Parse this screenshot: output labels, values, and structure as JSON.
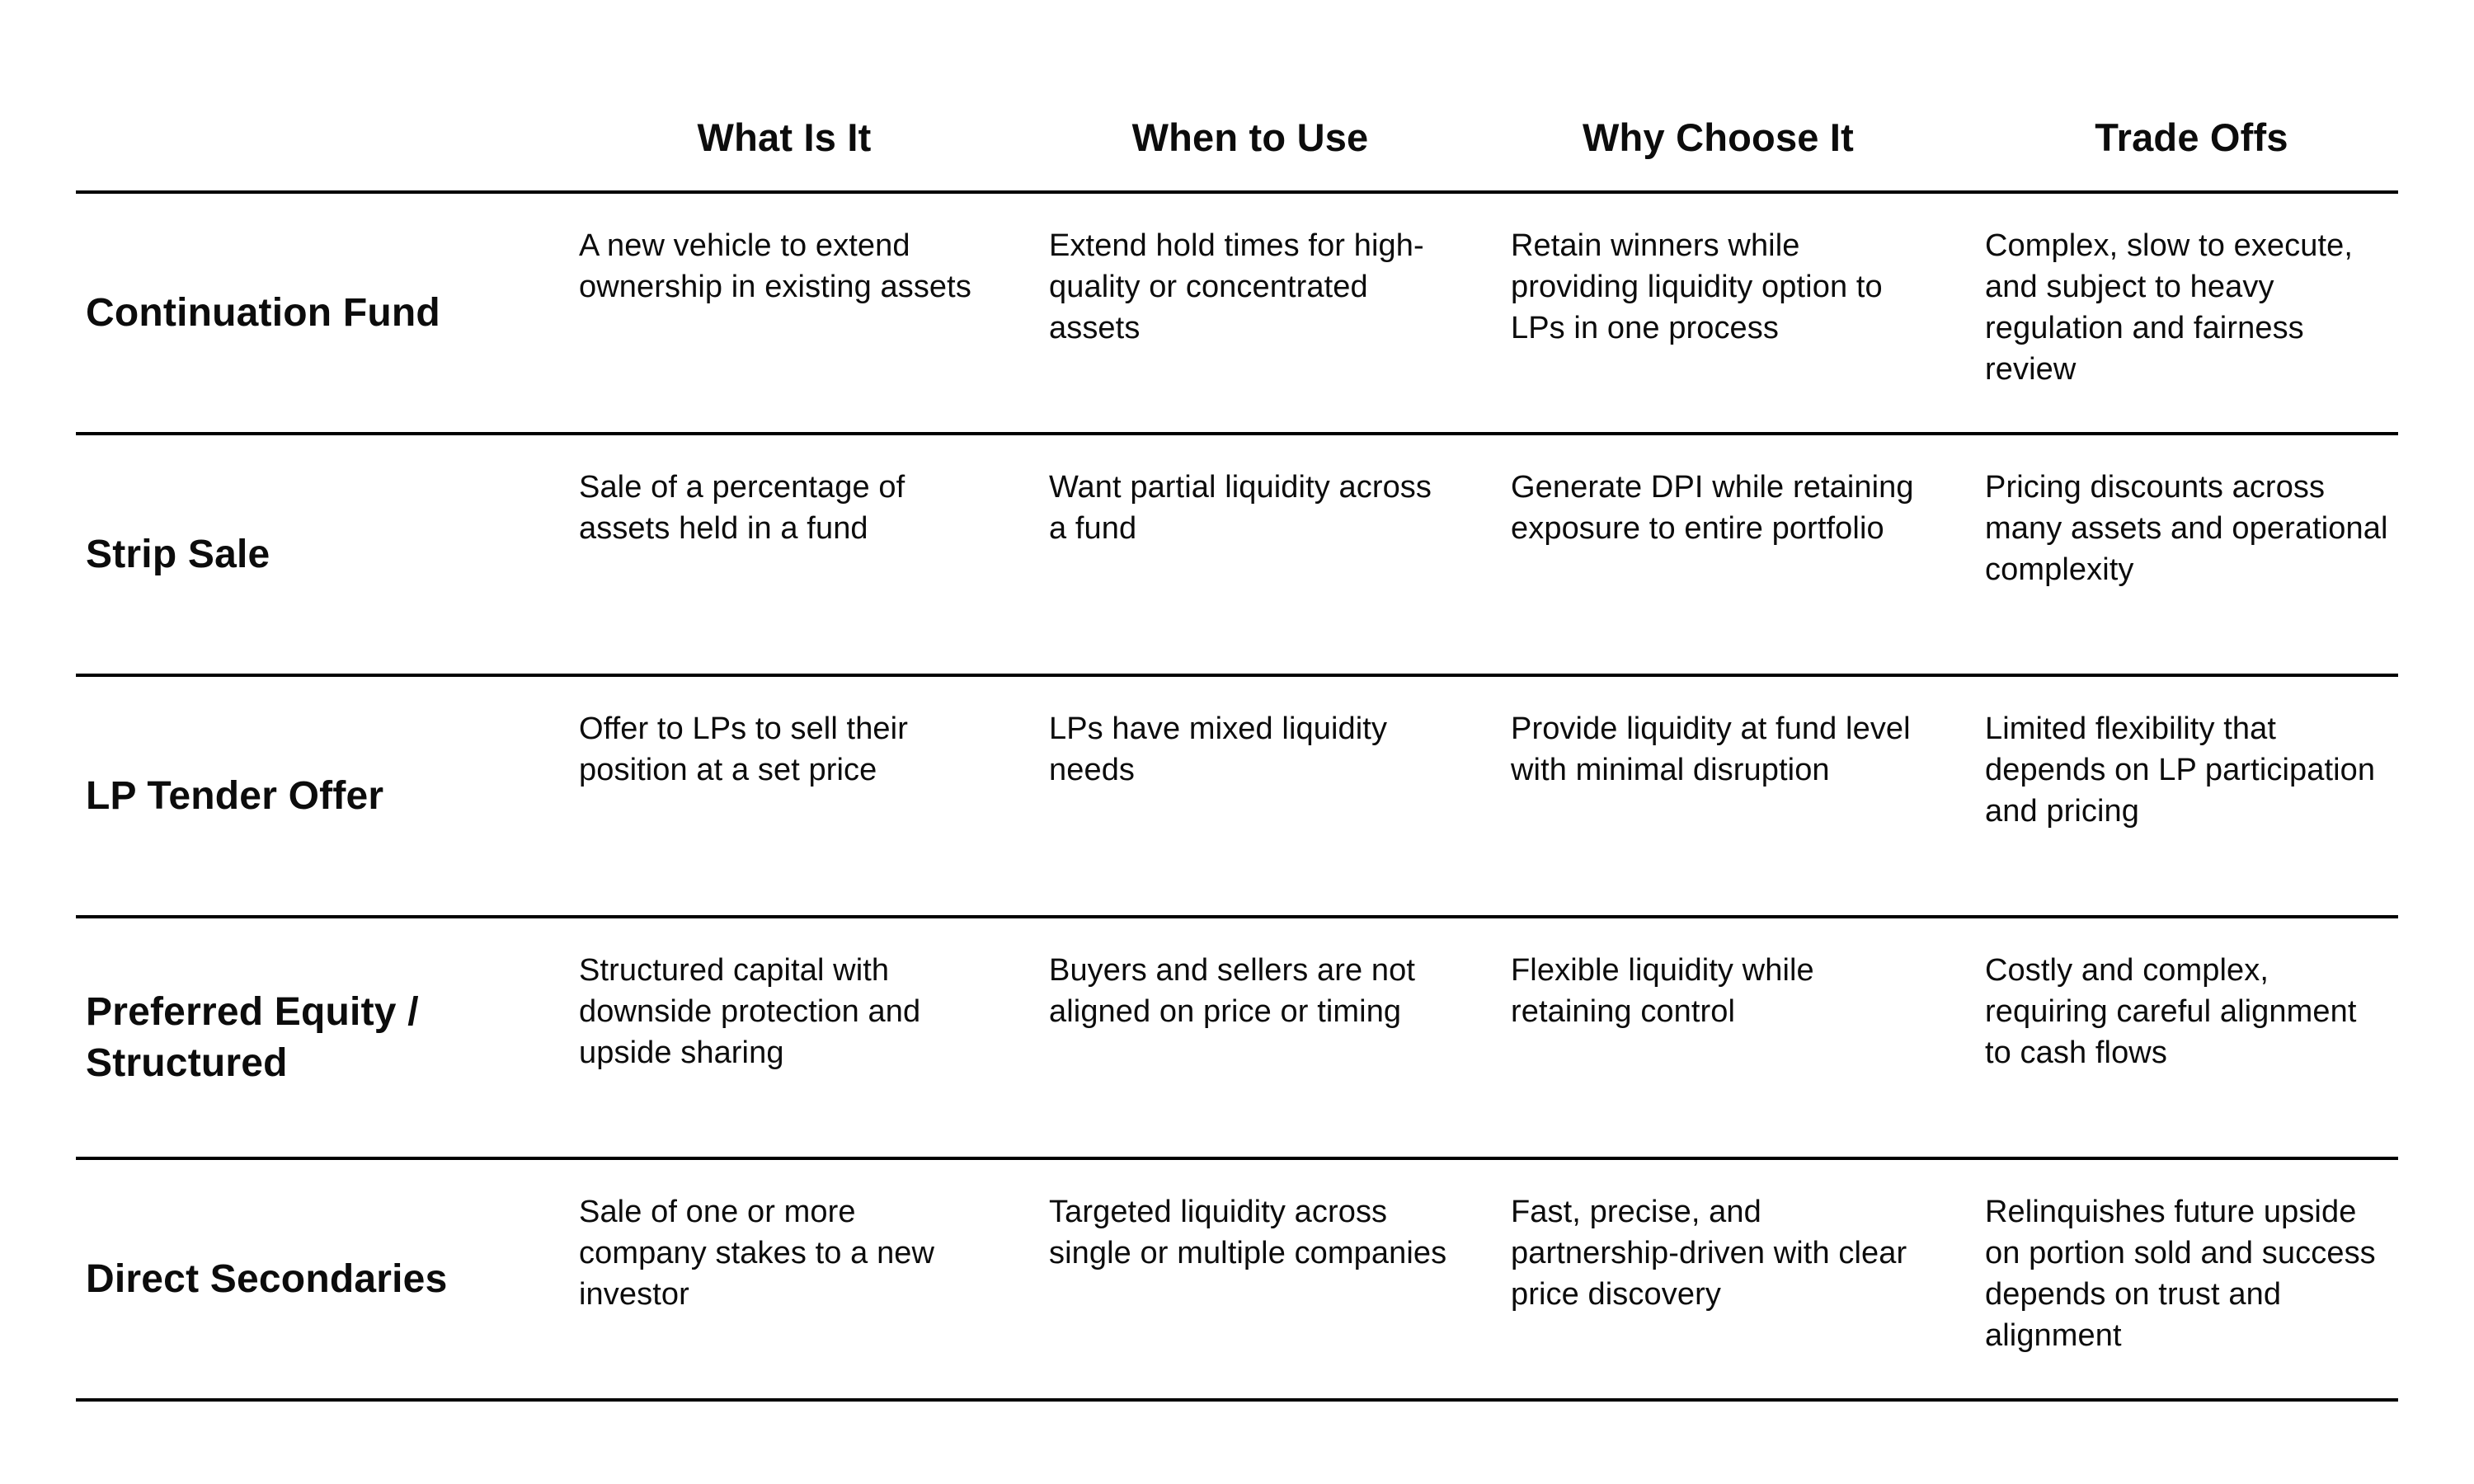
{
  "table": {
    "columns": [
      "What Is It",
      "When to Use",
      "Why Choose It",
      "Trade Offs"
    ],
    "rows": [
      {
        "label": "Continuation Fund",
        "cells": [
          "A new vehicle to extend\nownership in existing assets",
          "Extend hold times for high-\nquality or concentrated\nassets",
          "Retain winners while\nproviding liquidity option to\nLPs in one process",
          "Complex, slow to execute,\nand subject to heavy\nregulation and fairness\nreview"
        ]
      },
      {
        "label": "Strip Sale",
        "cells": [
          "Sale of a percentage of\nassets held in a fund",
          "Want partial liquidity across\na fund",
          "Generate DPI while retaining\nexposure to entire portfolio",
          "Pricing discounts across\nmany assets and operational\ncomplexity"
        ]
      },
      {
        "label": "LP Tender Offer",
        "cells": [
          "Offer to LPs to sell their\nposition at a set price",
          "LPs have mixed liquidity\nneeds",
          "Provide liquidity at fund level\nwith minimal disruption",
          "Limited flexibility that\ndepends on LP participation\nand pricing"
        ]
      },
      {
        "label": "Preferred Equity /\nStructured",
        "cells": [
          "Structured capital with\ndownside protection and\nupside sharing",
          "Buyers and sellers are not\naligned on price or timing",
          "Flexible liquidity while\nretaining control",
          "Costly and complex,\nrequiring careful alignment\nto cash flows"
        ]
      },
      {
        "label": "Direct Secondaries",
        "cells": [
          "Sale of one or more\ncompany stakes to a new\ninvestor",
          "Targeted liquidity across\nsingle or multiple companies",
          "Fast, precise, and\npartnership-driven with clear\nprice discovery",
          "Relinquishes future upside\non portion sold and success\ndepends on trust and\nalignment"
        ]
      }
    ],
    "colors": {
      "text": "#0c0c0c",
      "rule": "#000000",
      "background": "#ffffff"
    }
  }
}
